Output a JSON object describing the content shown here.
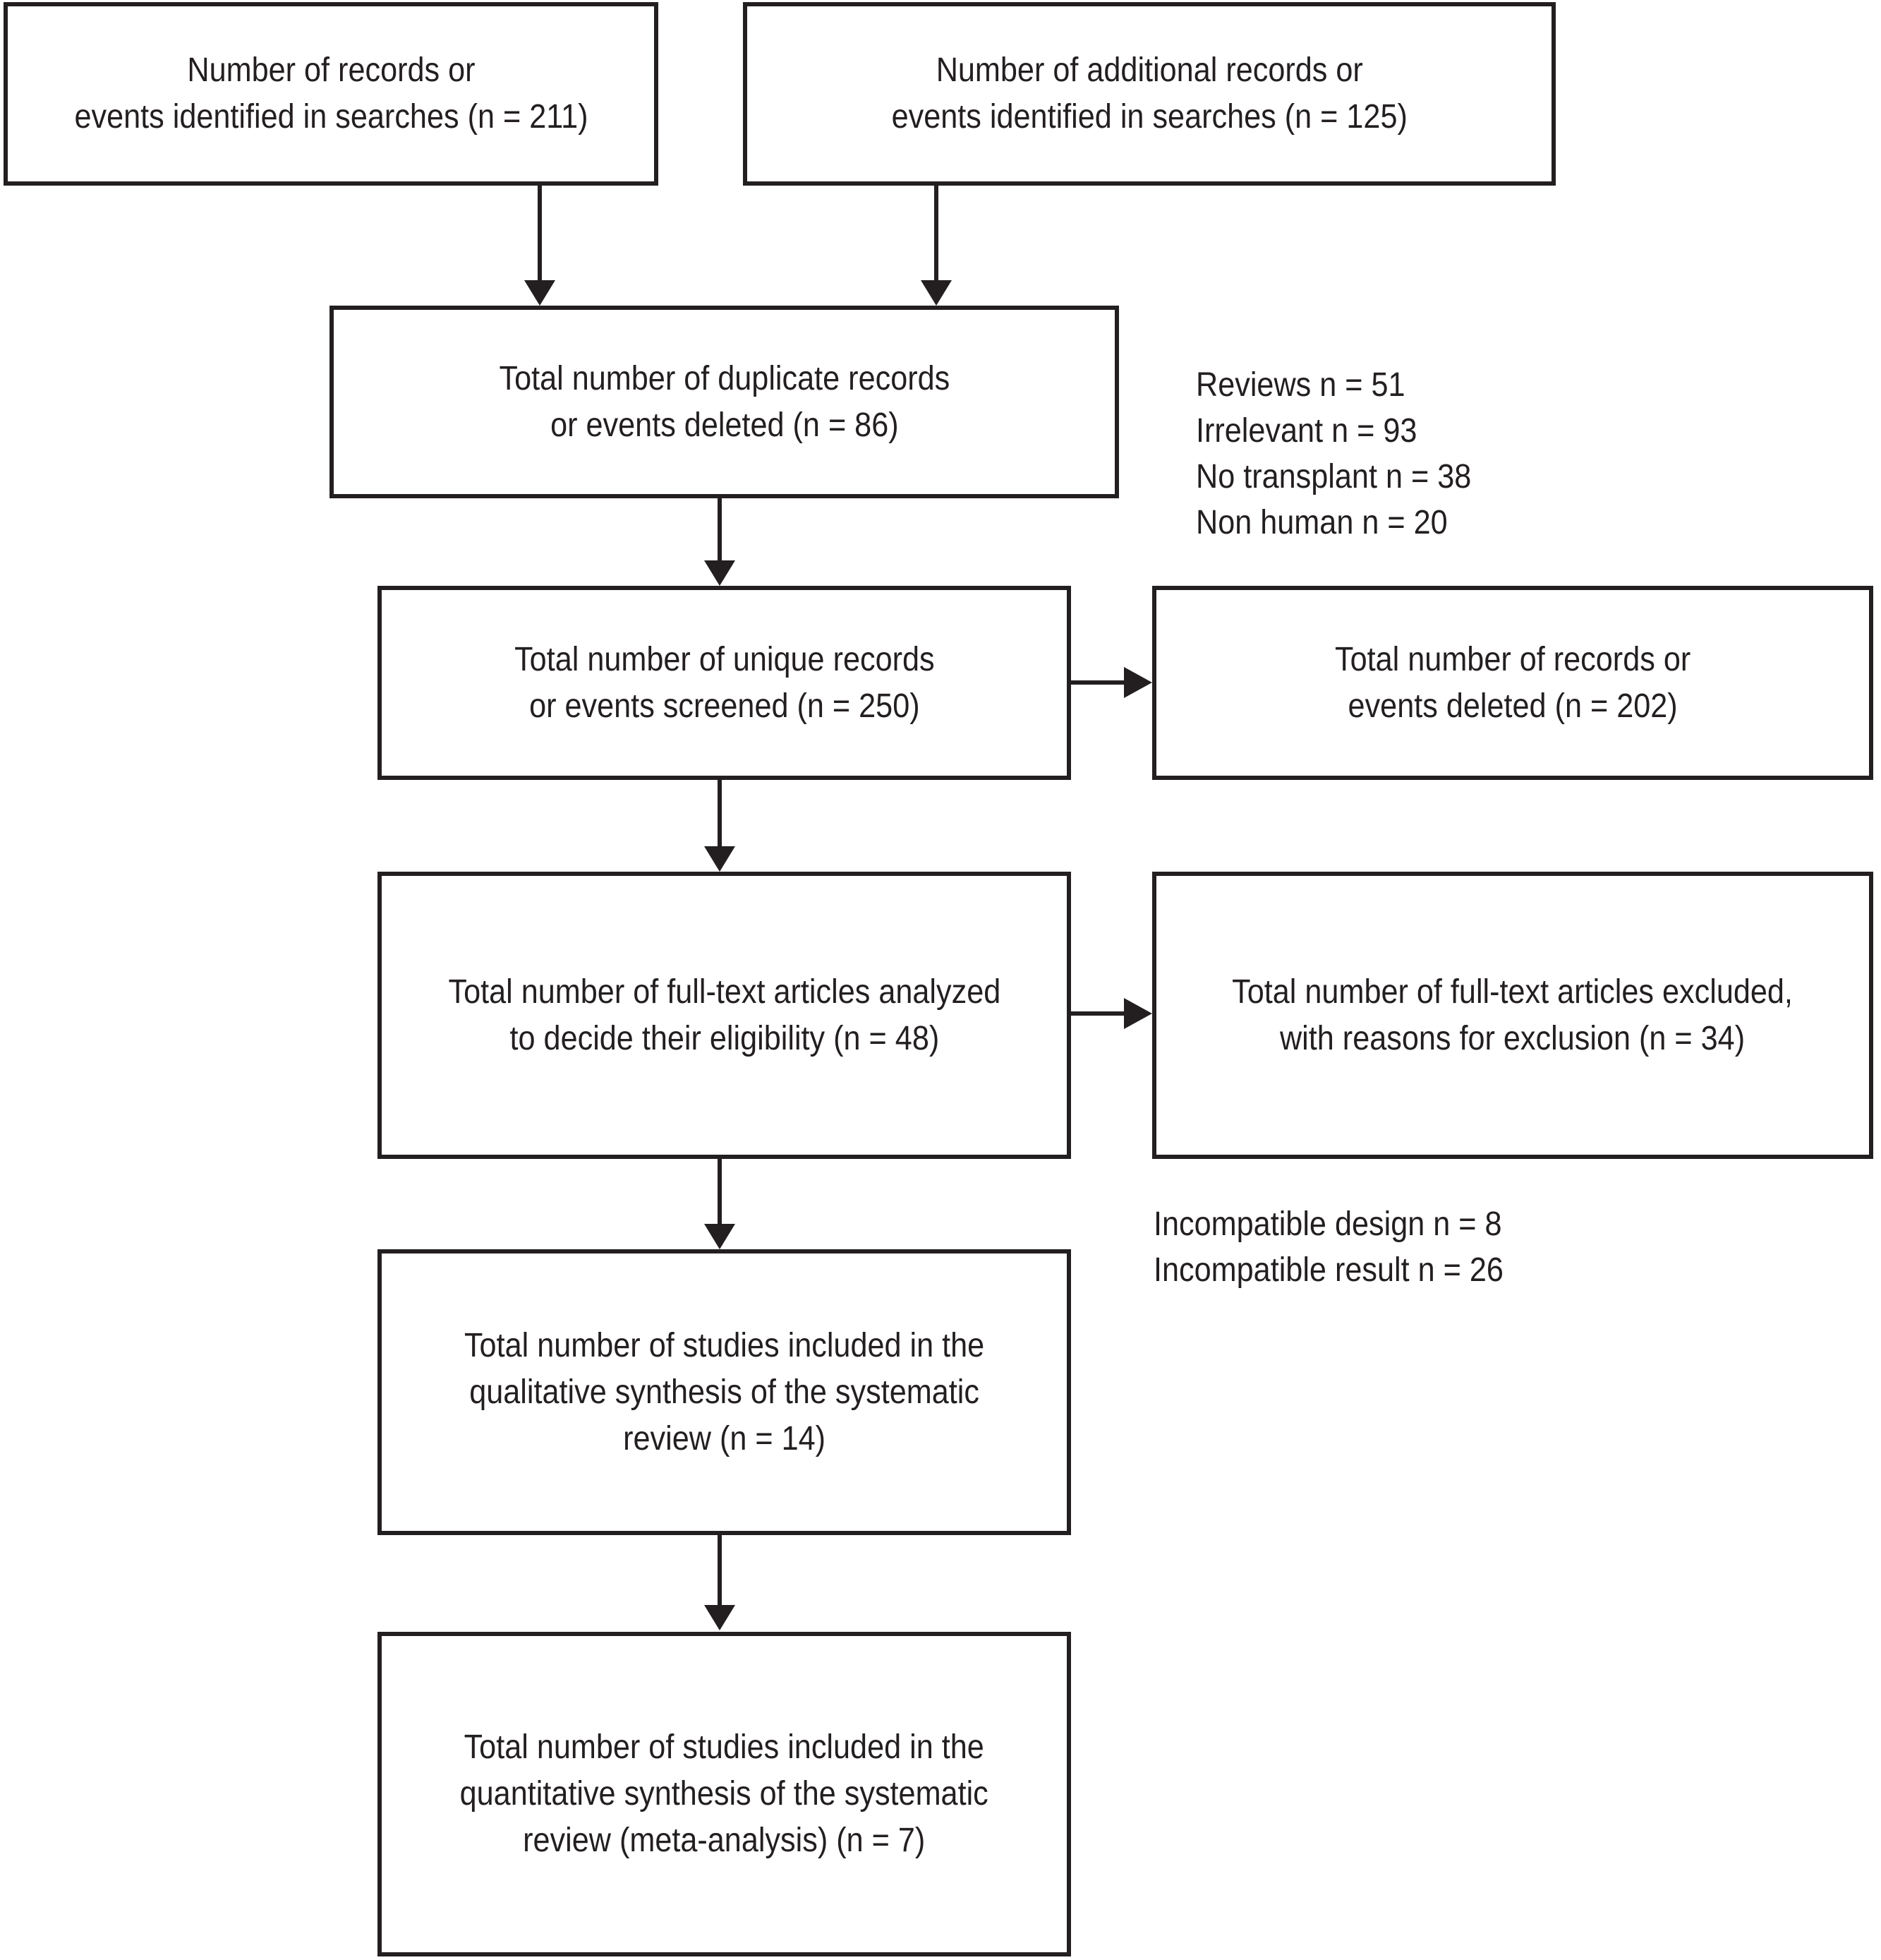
{
  "colors": {
    "ink": "#231f20",
    "background": "#ffffff"
  },
  "diagram": {
    "boxes": {
      "records_identified": {
        "lines": [
          "Number of records or",
          "events identified in searches (n = 211)"
        ]
      },
      "additional_records": {
        "lines": [
          "Number of additional records or",
          "events identified in searches (n = 125)"
        ]
      },
      "duplicates_deleted": {
        "lines": [
          "Total number of duplicate records",
          "or events deleted (n = 86)"
        ]
      },
      "unique_screened": {
        "lines": [
          "Total number of unique records",
          "or events screened (n = 250)"
        ]
      },
      "records_deleted": {
        "lines": [
          "Total number of records or",
          "events deleted (n = 202)"
        ]
      },
      "fulltext_analyzed": {
        "lines": [
          "Total number of full-text articles analyzed",
          "to decide their eligibility (n = 48)"
        ]
      },
      "fulltext_excluded": {
        "lines": [
          "Total number of full-text articles excluded,",
          "with reasons for exclusion (n = 34)"
        ]
      },
      "qualitative_included": {
        "lines": [
          "Total number of studies included in the",
          "qualitative synthesis of the systematic",
          "review (n = 14)"
        ]
      },
      "quantitative_included": {
        "lines": [
          "Total number of studies included in the",
          "quantitative synthesis of the systematic",
          "review (meta-analysis) (n = 7)"
        ]
      }
    },
    "side_notes": {
      "deletion_reasons": {
        "lines": [
          "Reviews n = 51",
          "Irrelevant n = 93",
          "No transplant n = 38",
          "Non human n = 20"
        ]
      },
      "exclusion_reasons": {
        "lines": [
          "Incompatible design n = 8",
          "Incompatible result n = 26"
        ]
      }
    }
  }
}
